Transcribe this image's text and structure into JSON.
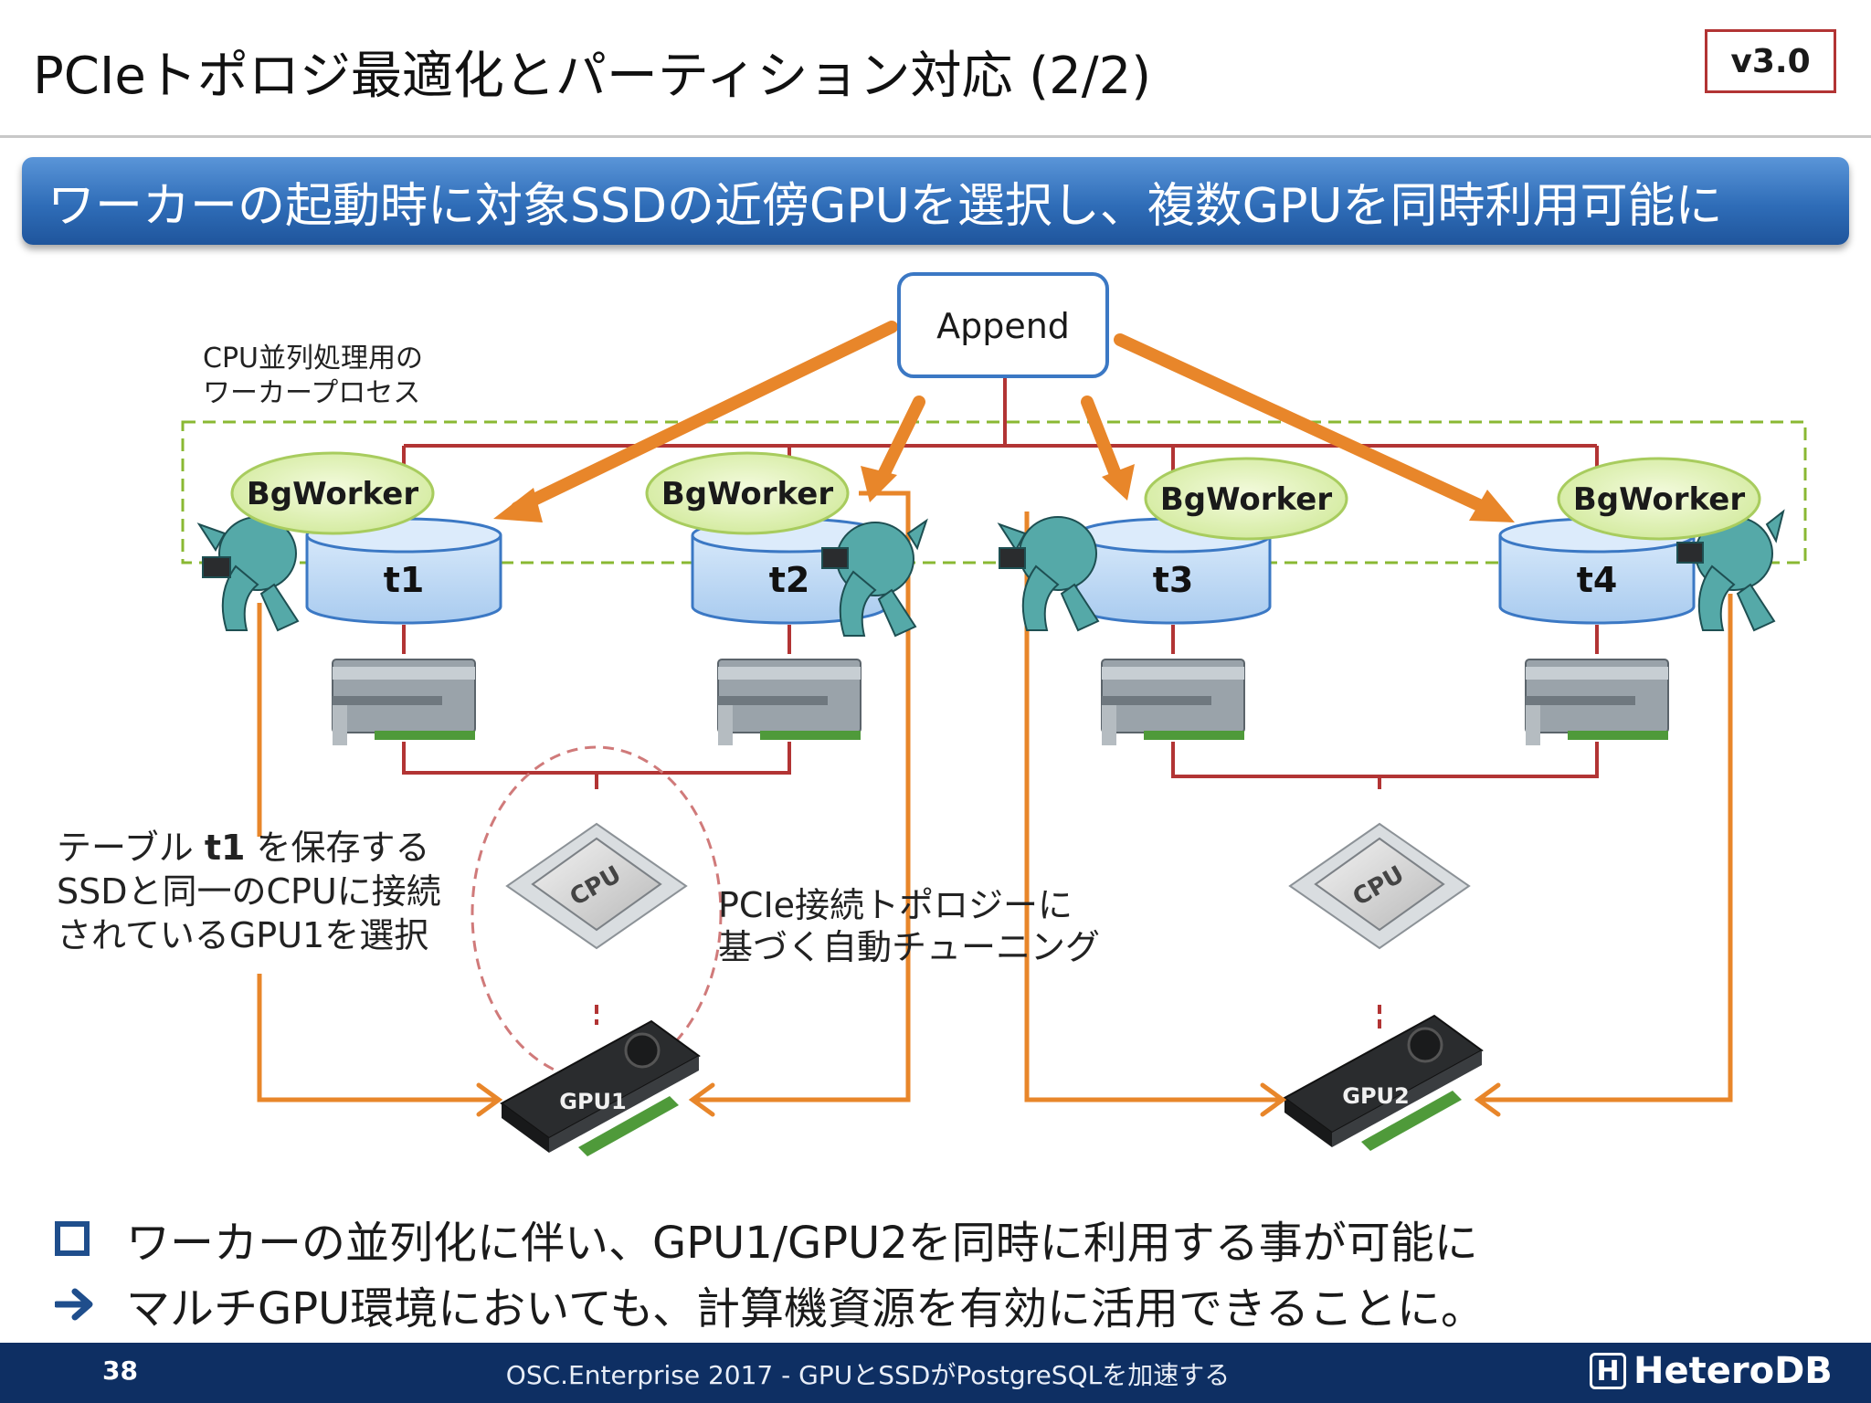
{
  "title": "PCIeトポロジ最適化とパーティション対応 (2/2)",
  "version": "v3.0",
  "banner": "ワーカーの起動時に対象SSDの近傍GPUを選択し、複数GPUを同時利用可能に",
  "diagram": {
    "append_label": "Append",
    "worker_group_label_line1": "CPU並列処理用の",
    "worker_group_label_line2": "ワーカープロセス",
    "workers": [
      {
        "label": "BgWorker",
        "table": "t1"
      },
      {
        "label": "BgWorker",
        "table": "t2"
      },
      {
        "label": "BgWorker",
        "table": "t3"
      },
      {
        "label": "BgWorker",
        "table": "t4"
      }
    ],
    "cpu_label": "CPU",
    "gpus": [
      "GPU1",
      "GPU2"
    ],
    "left_note_line1_prefix": "テーブル ",
    "left_note_line1_bold": "t1",
    "left_note_line1_suffix": " を保存する",
    "left_note_line2": "SSDと同一のCPUに接続",
    "left_note_line3": "されているGPU1を選択",
    "center_note_line1": "PCIe接続トポロジーに",
    "center_note_line2": "基づく自動チューニング",
    "colors": {
      "red_line": "#b23434",
      "orange_arrow": "#e8862a",
      "group_dash": "#8ab833",
      "cylinder": "#bcd8f3"
    }
  },
  "bullets": [
    {
      "icon": "square-bullet-icon",
      "text": "ワーカーの並列化に伴い、GPU1/GPU2を同時に利用する事が可能に"
    },
    {
      "icon": "arrow-bullet-icon",
      "text": "マルチGPU環境においても、計算機資源を有効に活用できることに。"
    }
  ],
  "footer": {
    "page_number": "38",
    "text": "OSC.Enterprise 2017 - GPUとSSDがPostgreSQLを加速する",
    "logo": "HeteroDB"
  }
}
